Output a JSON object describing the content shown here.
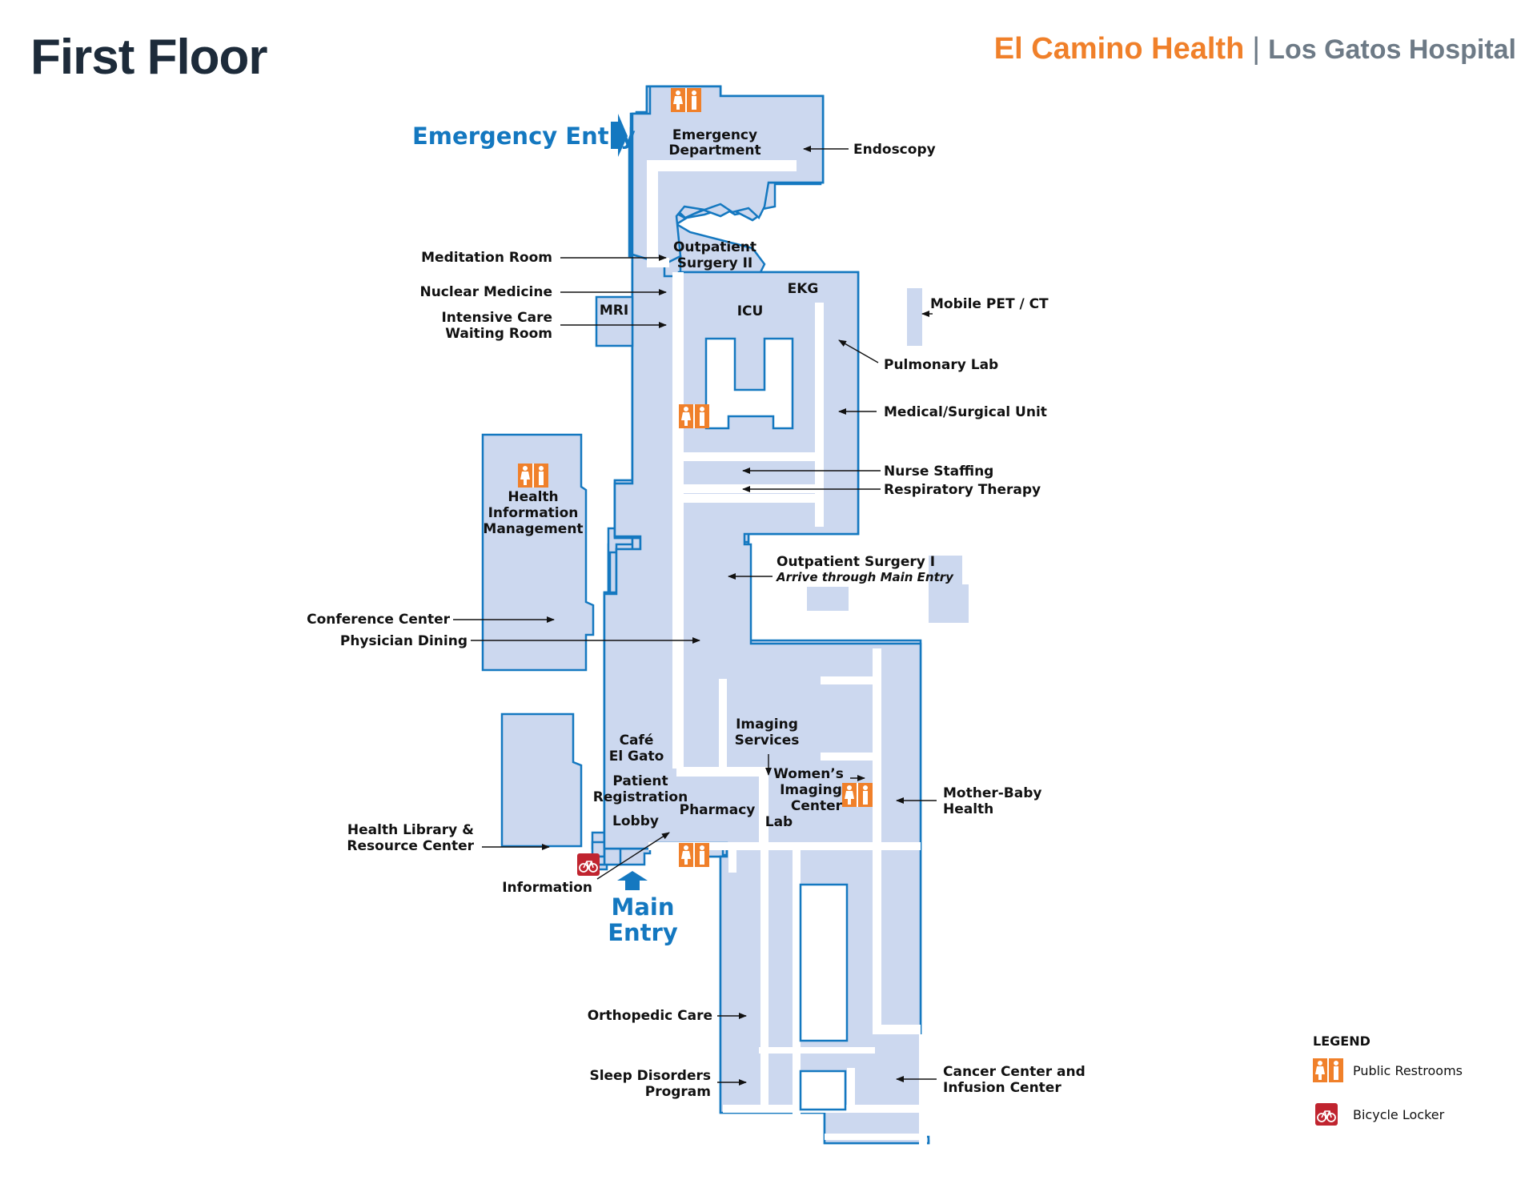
{
  "header": {
    "title": "First Floor",
    "brand_primary": "El Camino Health",
    "brand_separator": "|",
    "brand_secondary": "Los Gatos Hospital"
  },
  "colors": {
    "title": "#1d2b3a",
    "brand_orange": "#f0802a",
    "brand_gray": "#6d7a86",
    "building_fill": "#ccd8ef",
    "building_outline": "#1478c0",
    "entry_blue": "#1478c0",
    "restroom_orange": "#f0802a",
    "bicycle_red": "#c0242f"
  },
  "entries": {
    "emergency": "Emergency Entry",
    "main_line1": "Main",
    "main_line2": "Entry"
  },
  "rooms": {
    "emergency_department_1": "Emergency",
    "emergency_department_2": "Department",
    "outpatient_surgery_ii_1": "Outpatient",
    "outpatient_surgery_ii_2": "Surgery II",
    "ekg": "EKG",
    "icu": "ICU",
    "mri": "MRI",
    "him_1": "Health",
    "him_2": "Information",
    "him_3": "Management",
    "cafe_1": "Café",
    "cafe_2": "El Gato",
    "patient_registration_1": "Patient",
    "patient_registration_2": "Registration",
    "lobby": "Lobby",
    "pharmacy": "Pharmacy",
    "lab": "Lab",
    "imaging_services_1": "Imaging",
    "imaging_services_2": "Services",
    "womens_imaging_1": "Women’s",
    "womens_imaging_2": "Imaging",
    "womens_imaging_3": "Center"
  },
  "callouts": {
    "endoscopy": "Endoscopy",
    "meditation_room": "Meditation Room",
    "nuclear_medicine": "Nuclear Medicine",
    "icu_waiting_1": "Intensive Care",
    "icu_waiting_2": "Waiting Room",
    "mobile_pet_ct": "Mobile PET / CT",
    "pulmonary_lab": "Pulmonary Lab",
    "medical_surgical": "Medical/Surgical Unit",
    "nurse_staffing": "Nurse Staffing",
    "respiratory_therapy": "Respiratory Therapy",
    "outpatient_surgery_i": "Outpatient Surgery I",
    "outpatient_surgery_i_note": "Arrive through Main Entry",
    "conference_center": "Conference Center",
    "physician_dining": "Physician Dining",
    "mother_baby_1": "Mother-Baby",
    "mother_baby_2": "Health",
    "health_library_1": "Health Library &",
    "health_library_2": "Resource Center",
    "information": "Information",
    "orthopedic_care": "Orthopedic Care",
    "sleep_disorders_1": "Sleep Disorders",
    "sleep_disorders_2": "Program",
    "cancer_center_1": "Cancer Center and",
    "cancer_center_2": "Infusion Center"
  },
  "legend": {
    "title": "LEGEND",
    "restrooms": "Public Restrooms",
    "bicycle": "Bicycle Locker"
  },
  "icons": {
    "restroom": "restroom-icon",
    "bicycle": "bicycle-icon",
    "arrow": "entry-arrow-icon"
  }
}
